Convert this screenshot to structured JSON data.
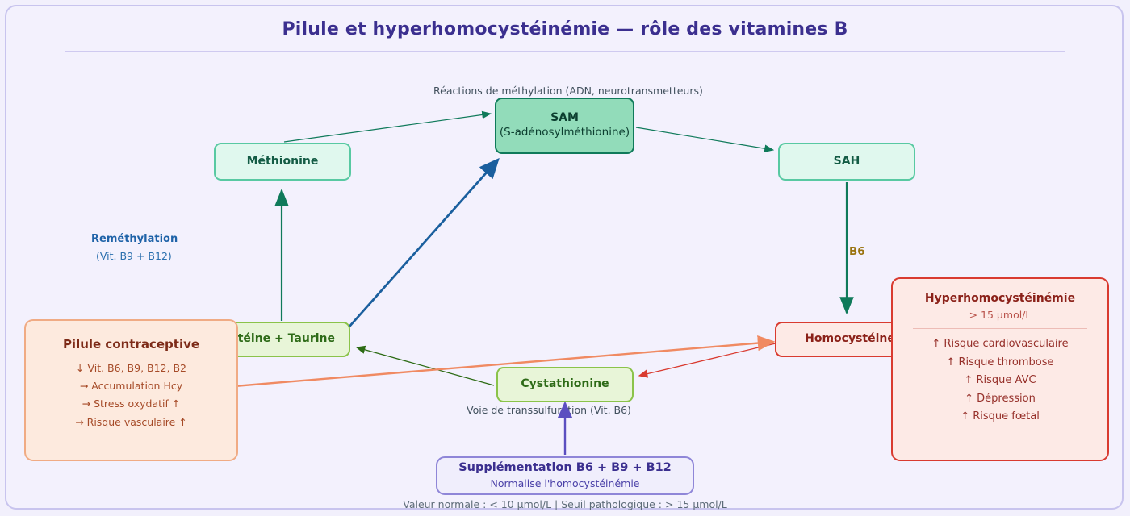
{
  "header": {
    "title": "Pilule et hyperhomocystéinémie — rôle des vitamines B"
  },
  "labels": {
    "methylation": "Réactions de méthylation (ADN, neurotransmetteurs)",
    "transsulfuration": "Voie de transsulfuration (Vit. B6)",
    "remethylation_title": "Reméthylation",
    "remethylation_sub": "(Vit. B9 + B12)",
    "b6": "B6"
  },
  "footer": {
    "text": "Valeur normale : < 10 µmol/L  |  Seuil pathologique : > 15 µmol/L"
  },
  "nodes": {
    "methionine": {
      "title": "Méthionine"
    },
    "sam": {
      "title": "SAM",
      "sub": "(S-adénosylméthionine)"
    },
    "sah": {
      "title": "SAH"
    },
    "homocysteine": {
      "title": "Homocystéine"
    },
    "cysteine": {
      "title": "Cystéine + Taurine"
    },
    "cystathionine": {
      "title": "Cystathionine"
    },
    "pilule": {
      "title": "Pilule contraceptive",
      "lines": [
        "↓ Vit. B6, B9, B12, B2",
        "→ Accumulation Hcy",
        "→ Stress oxydatif ↑",
        "→ Risque vasculaire ↑"
      ]
    },
    "hyper": {
      "title": "Hyperhomocystéinémie",
      "threshold": "> 15 µmol/L",
      "lines": [
        "↑ Risque cardiovasculaire",
        "↑ Risque thrombose",
        "↑ Risque AVC",
        "↑ Dépression",
        "↑ Risque fœtal"
      ]
    },
    "supplementation": {
      "title": "Supplémentation B6 + B9 + B12",
      "sub": "Normalise l'homocystéinémie"
    }
  },
  "colors": {
    "background": "#f2f0fc",
    "frame_border": "#c8c4ee",
    "title": "#3b2f8f",
    "teal_arrow": "#0f7a5a",
    "blue_arrow": "#1a5f9e",
    "green_arrow": "#2c6b14",
    "salmon_arrow": "#f08a62",
    "crimson_arrow": "#d93b30",
    "indigo_arrow": "#5b4fc0",
    "b6_label": "#9a7410",
    "remethylation_label": "#1f63a8"
  }
}
